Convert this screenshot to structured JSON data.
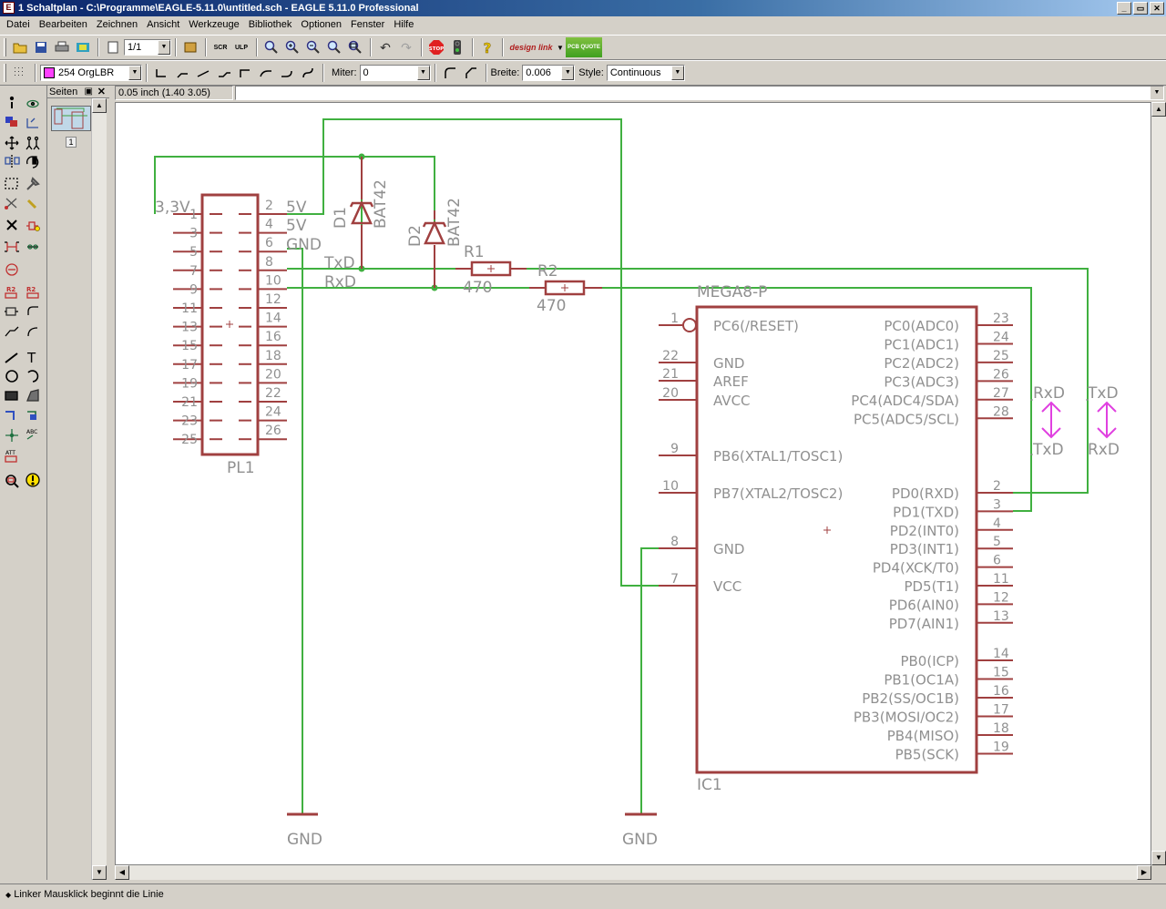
{
  "window": {
    "title": "1 Schaltplan - C:\\Programme\\EAGLE-5.11.0\\untitled.sch - EAGLE 5.11.0 Professional"
  },
  "menu": [
    "Datei",
    "Bearbeiten",
    "Zeichnen",
    "Ansicht",
    "Werkzeuge",
    "Bibliothek",
    "Optionen",
    "Fenster",
    "Hilfe"
  ],
  "toolbar": {
    "sheet": "1/1",
    "designlink": "design link",
    "pcbquote": "PCB QUOTE"
  },
  "propbar": {
    "layer": "254 OrgLBR",
    "miter_label": "Miter:",
    "miter_value": "0",
    "width_label": "Breite:",
    "width_value": "0.006",
    "style_label": "Style:",
    "style_value": "Continuous"
  },
  "pages_panel": {
    "title": "Seiten",
    "page_number": "1"
  },
  "coord_display": "0.05 inch (1.40 3.05)",
  "status": "Linker Mausklick beginnt die Linie",
  "schematic": {
    "pl1": {
      "name": "PL1",
      "left_pins": [
        "1",
        "3",
        "5",
        "7",
        "9",
        "11",
        "13",
        "15",
        "17",
        "19",
        "21",
        "23",
        "25"
      ],
      "right_pins": [
        "2",
        "4",
        "6",
        "8",
        "10",
        "12",
        "14",
        "16",
        "18",
        "20",
        "22",
        "24",
        "26"
      ]
    },
    "net_labels": {
      "v33": "3,3V",
      "v5a": "5V",
      "v5b": "5V",
      "gnd": "GND",
      "txd": "TxD",
      "rxd": "RxD"
    },
    "d1": {
      "name": "D1",
      "value": "BAT42"
    },
    "d2": {
      "name": "D2",
      "value": "BAT42"
    },
    "r1": {
      "name": "R1",
      "value": "470"
    },
    "r2": {
      "name": "R2",
      "value": "470"
    },
    "ic1": {
      "value": "MEGA8-P",
      "name": "IC1",
      "left_pins": [
        {
          "num": "1",
          "name": "PC6(/RESET)"
        },
        {
          "num": "22",
          "name": "GND"
        },
        {
          "num": "21",
          "name": "AREF"
        },
        {
          "num": "20",
          "name": "AVCC"
        },
        {
          "num": "9",
          "name": "PB6(XTAL1/TOSC1)"
        },
        {
          "num": "10",
          "name": "PB7(XTAL2/TOSC2)"
        },
        {
          "num": "8",
          "name": "GND"
        },
        {
          "num": "7",
          "name": "VCC"
        }
      ],
      "right_pins": [
        {
          "num": "23",
          "name": "PC0(ADC0)"
        },
        {
          "num": "24",
          "name": "PC1(ADC1)"
        },
        {
          "num": "25",
          "name": "PC2(ADC2)"
        },
        {
          "num": "26",
          "name": "PC3(ADC3)"
        },
        {
          "num": "27",
          "name": "PC4(ADC4/SDA)"
        },
        {
          "num": "28",
          "name": "PC5(ADC5/SCL)"
        },
        {
          "num": "2",
          "name": "PD0(RXD)"
        },
        {
          "num": "3",
          "name": "PD1(TXD)"
        },
        {
          "num": "4",
          "name": "PD2(INT0)"
        },
        {
          "num": "5",
          "name": "PD3(INT1)"
        },
        {
          "num": "6",
          "name": "PD4(XCK/T0)"
        },
        {
          "num": "11",
          "name": "PD5(T1)"
        },
        {
          "num": "12",
          "name": "PD6(AIN0)"
        },
        {
          "num": "13",
          "name": "PD7(AIN1)"
        },
        {
          "num": "14",
          "name": "PB0(ICP)"
        },
        {
          "num": "15",
          "name": "PB1(OC1A)"
        },
        {
          "num": "16",
          "name": "PB2(SS/OC1B)"
        },
        {
          "num": "17",
          "name": "PB3(MOSI/OC2)"
        },
        {
          "num": "18",
          "name": "PB4(MISO)"
        },
        {
          "num": "19",
          "name": "PB5(SCK)"
        }
      ]
    },
    "annot1": {
      "top": "RxD",
      "bottom": "TxD"
    },
    "annot2": {
      "top": "TxD",
      "bottom": "RxD"
    },
    "gnd1": "GND",
    "gnd2": "GND"
  },
  "colors": {
    "part": "#a04040",
    "net": "#40b040",
    "label": "#909090",
    "annot": "#e040e0"
  }
}
